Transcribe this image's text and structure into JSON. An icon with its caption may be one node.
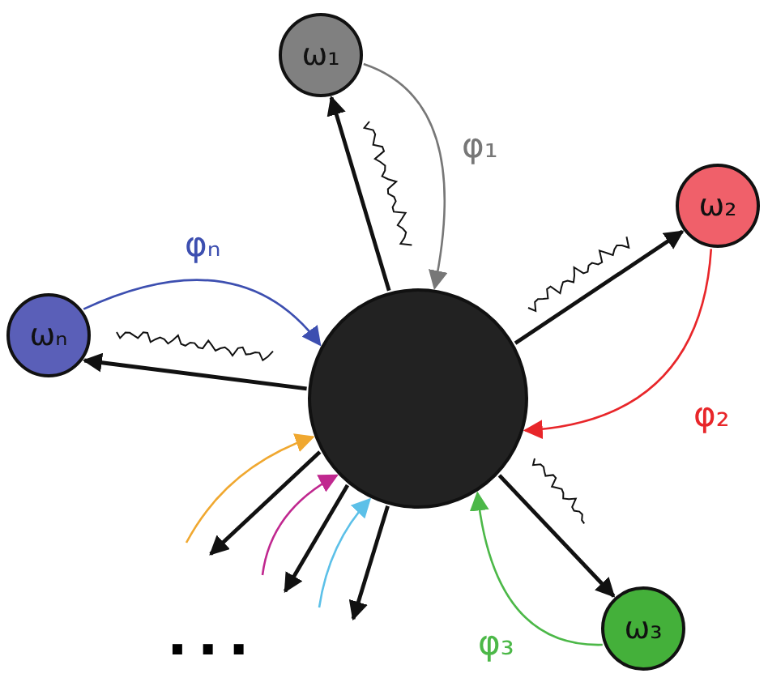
{
  "diagram": {
    "nodes": [
      {
        "text": [],
        "shape": "circle"
      },
      {
        "text": [
          "ω₁"
        ]
      },
      {
        "text": [
          "ω₂"
        ]
      },
      {
        "text": [
          "ω₃"
        ]
      },
      {
        "text": [
          "ωₙ"
        ]
      }
    ],
    "edges": [
      {
        "from": 0,
        "to": 1,
        "arrow": "to"
      },
      {
        "from": 1,
        "to": 0,
        "arrow": "to",
        "label": "φ₁",
        "color": "#777777"
      },
      {
        "from": 0,
        "to": 2,
        "arrow": "to"
      },
      {
        "from": 2,
        "to": 0,
        "arrow": "to",
        "label": "φ₂",
        "color": "#e8262a"
      },
      {
        "from": 0,
        "to": 3,
        "arrow": "to"
      },
      {
        "from": 3,
        "to": 0,
        "arrow": "to",
        "label": "φ₃",
        "color": "#4cb848"
      },
      {
        "from": 0,
        "to": 4,
        "arrow": "to"
      },
      {
        "from": 4,
        "to": 0,
        "arrow": "to",
        "label": "φₙ",
        "color": "#3d4fb0"
      },
      {
        "from": null,
        "to": 0,
        "arrow": "to",
        "color": "#f0a830"
      },
      {
        "from": 0,
        "to": null,
        "arrow": "to"
      },
      {
        "from": null,
        "to": 0,
        "arrow": "to",
        "color": "#c0288f"
      },
      {
        "from": 0,
        "to": null,
        "arrow": "to"
      },
      {
        "from": null,
        "to": 0,
        "arrow": "to",
        "color": "#5cc0e8"
      },
      {
        "from": 0,
        "to": null,
        "arrow": "to"
      }
    ],
    "labels": [
      "..."
    ]
  }
}
